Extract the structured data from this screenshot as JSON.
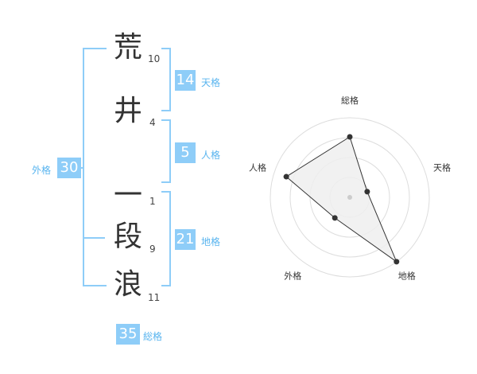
{
  "name": {
    "chars": [
      {
        "char": "荒",
        "strokes": "10"
      },
      {
        "char": "井",
        "strokes": "4"
      },
      {
        "char": "一",
        "strokes": "1"
      },
      {
        "char": "段",
        "strokes": "9"
      },
      {
        "char": "浪",
        "strokes": "11"
      }
    ]
  },
  "kakusu": {
    "tenkaku": {
      "value": "14",
      "label": "天格"
    },
    "jinkaku": {
      "value": "5",
      "label": "人格"
    },
    "chikaku": {
      "value": "21",
      "label": "地格"
    },
    "gaikaku": {
      "value": "30",
      "label": "外格"
    },
    "soukaku": {
      "value": "35",
      "label": "総格"
    }
  },
  "chart_data": {
    "type": "radar",
    "axes": [
      "総格",
      "天格",
      "地格",
      "外格",
      "人格"
    ],
    "values": [
      0.76,
      0.23,
      1.0,
      0.32,
      0.84
    ],
    "range": [
      0,
      1
    ],
    "rings": 4,
    "colors": {
      "fill": "#eeeeee",
      "stroke": "#333333",
      "grid": "#dddddd"
    }
  }
}
